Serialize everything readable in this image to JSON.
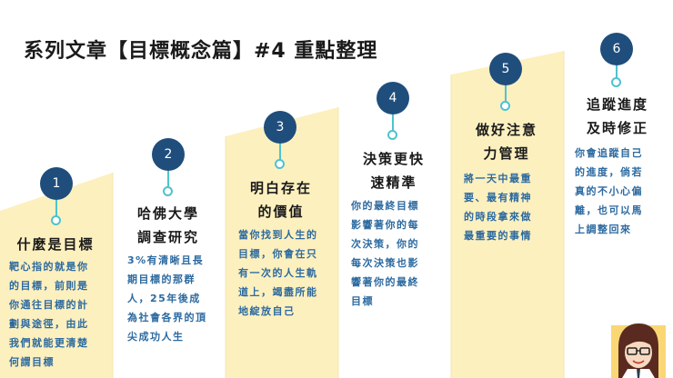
{
  "title": "系列文章【目標概念篇】#4  重點整理",
  "colors": {
    "band_yellow": "#fdf0bf",
    "band_white": "#ffffff",
    "badge": "#1f4e7c",
    "stem": "#4ec3cf",
    "desc": "#2c6aa0"
  },
  "steps": [
    {
      "number": "1",
      "heading": [
        "什麼是目標"
      ],
      "desc": [
        "靶心指的就是你",
        "的目標，前則是",
        "你通往目標的計",
        "劃與途徑，由此",
        "我們就能更清楚",
        "何謂目標"
      ]
    },
    {
      "number": "2",
      "heading": [
        "哈佛大學",
        "調查研究"
      ],
      "desc": [
        "3%有清晰且長",
        "期目標的那群",
        "人，25年後成",
        "為社會各界的頂",
        "尖成功人生"
      ]
    },
    {
      "number": "3",
      "heading": [
        "明白存在",
        "的價值"
      ],
      "desc": [
        "當你找到人生的",
        "目標，你會在只",
        "有一次的人生軌",
        "道上，竭盡所能",
        "地綻放自己"
      ]
    },
    {
      "number": "4",
      "heading": [
        "決策更快",
        "速精準"
      ],
      "desc": [
        "你的最終目標",
        "影響著你的每",
        "次決策，你的",
        "每次決策也影",
        "響著你的最終",
        "目標"
      ]
    },
    {
      "number": "5",
      "heading": [
        "做好注意",
        "力管理"
      ],
      "desc": [
        "將一天中最重",
        "要、最有精神",
        "的時段拿來做",
        "最重要的事情"
      ]
    },
    {
      "number": "6",
      "heading": [
        "追蹤進度",
        "及時修正"
      ],
      "desc": [
        "你會追蹤自己",
        "的進度，倘若",
        "真的不小心偏",
        "離，也可以馬",
        "上調整回來"
      ]
    }
  ]
}
